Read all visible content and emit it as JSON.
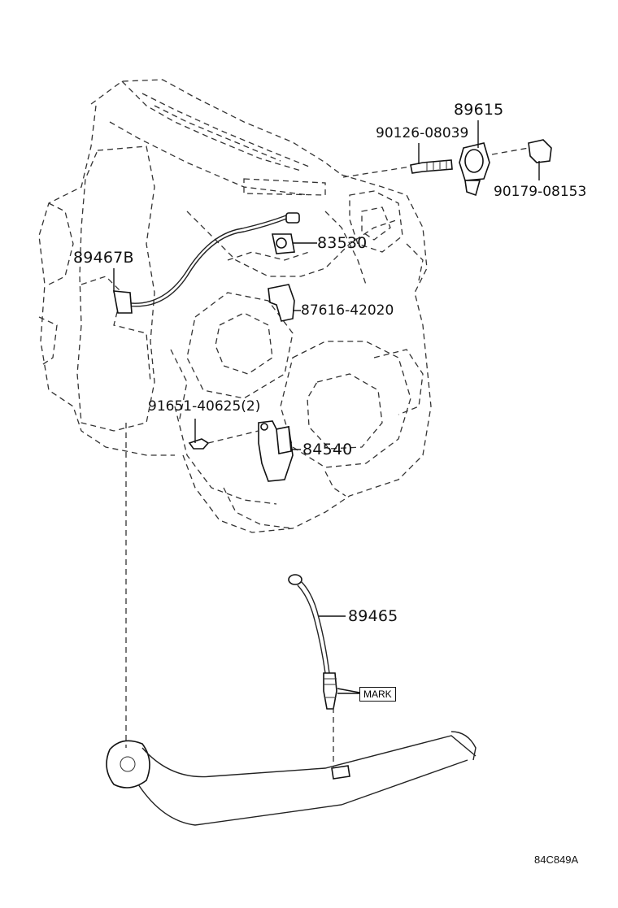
{
  "parts": {
    "p89615": "89615",
    "p90126": "90126-08039",
    "p90179": "90179-08153",
    "p83530": "83530",
    "p89467b": "89467B",
    "p87616": "87616-42020",
    "p91651": "91651-40625(2)",
    "p84540": "84540",
    "p89465": "89465"
  },
  "mark_label": "MARK",
  "diagram_code": "84C849A"
}
